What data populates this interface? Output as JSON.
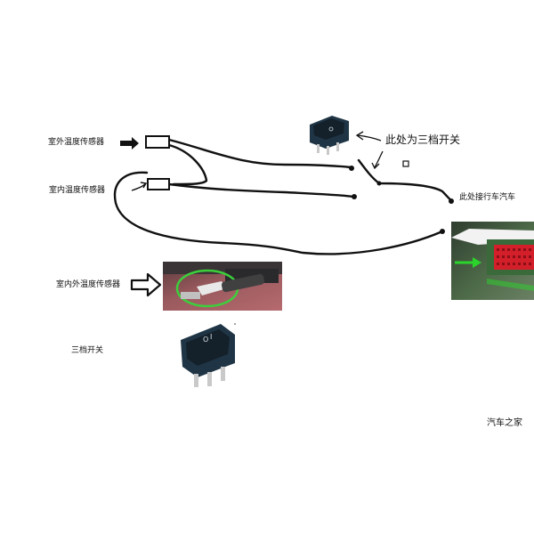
{
  "labels": {
    "outdoor_sensor": "室外温度传感器",
    "indoor_sensor": "室内温度传感器",
    "indoor_outdoor_sensor": "室内外温度传感器",
    "three_position_switch": "三档开关",
    "switch_note": "此处为三档开关",
    "recorder_note": "此处接行车汽车",
    "watermark": "汽车之家"
  },
  "colors": {
    "wire": "#111111",
    "switch_body": "#1f3545",
    "switch_rocker": "#14202a",
    "terminal": "#c9c9c9",
    "sensor_photo_bg": "#9a5a5e",
    "sensor_highlight": "#3ccf3c",
    "connector_photo_bg": "#4e6b49",
    "connector_red": "#d21f2a",
    "arrow_green": "#2bd42b"
  },
  "icons": {
    "small_switch": "rocker-switch-icon",
    "large_switch": "rocker-switch-icon",
    "outdoor_arrow": "filled-arrow-right-icon",
    "indoor_arrow": "thin-arrow-icon",
    "big_arrow": "outline-arrow-right-icon",
    "switch_note_arrow": "hand-drawn-arrow-icon"
  }
}
